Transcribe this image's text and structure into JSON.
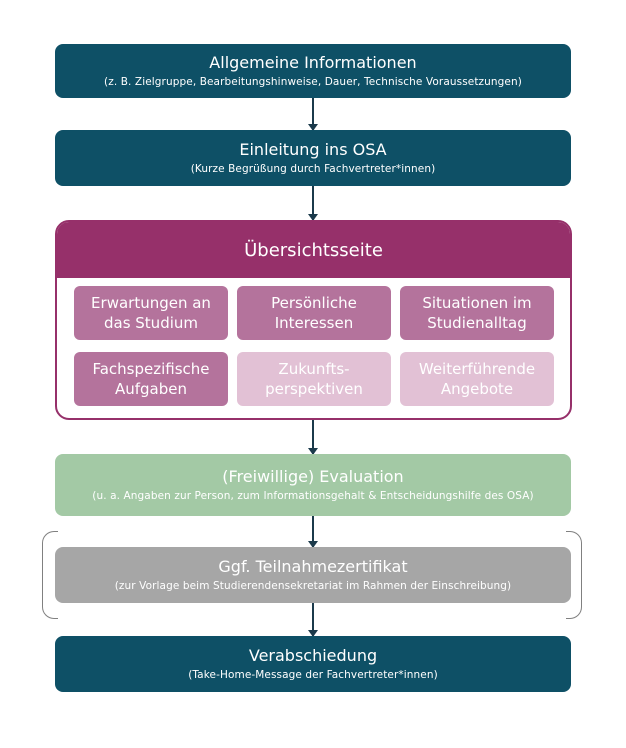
{
  "allgemein": {
    "title": "Allgemeine Informationen",
    "subtitle": "(z. B. Zielgruppe, Bearbeitungshinweise, Dauer, Technische Voraussetzungen)"
  },
  "einleitung": {
    "title": "Einleitung ins OSA",
    "subtitle": "(Kurze Begrüßung durch Fachvertreter*innen)"
  },
  "uebersicht": {
    "title": "Übersichtsseite",
    "tiles": [
      {
        "label": "Erwartungen an das Studium",
        "style": "dark"
      },
      {
        "label": "Persönliche Interessen",
        "style": "dark"
      },
      {
        "label": "Situationen im Studienalltag",
        "style": "dark"
      },
      {
        "label": "Fachspezifische Aufgaben",
        "style": "dark"
      },
      {
        "label": "Zukunfts-perspektiven",
        "style": "light"
      },
      {
        "label": "Weiterführende Angebote",
        "style": "light"
      }
    ]
  },
  "evaluation": {
    "title": "(Freiwillige) Evaluation",
    "subtitle": "(u. a. Angaben zur Person, zum Informationsgehalt & Entscheidungshilfe des OSA)"
  },
  "zertifikat": {
    "title": "Ggf. Teilnahmezertifikat",
    "subtitle": "(zur Vorlage beim Studierendensekretariat im Rahmen der Einschreibung)"
  },
  "verabschiedung": {
    "title": "Verabschiedung",
    "subtitle": "(Take-Home-Message der Fachvertreter*innen)"
  },
  "colors": {
    "teal": "#0e5066",
    "magenta": "#96306a",
    "tile_dark": "#b4739c",
    "tile_light": "#e2c1d5",
    "green": "#a3c9a5",
    "gray": "#a6a6a6"
  }
}
